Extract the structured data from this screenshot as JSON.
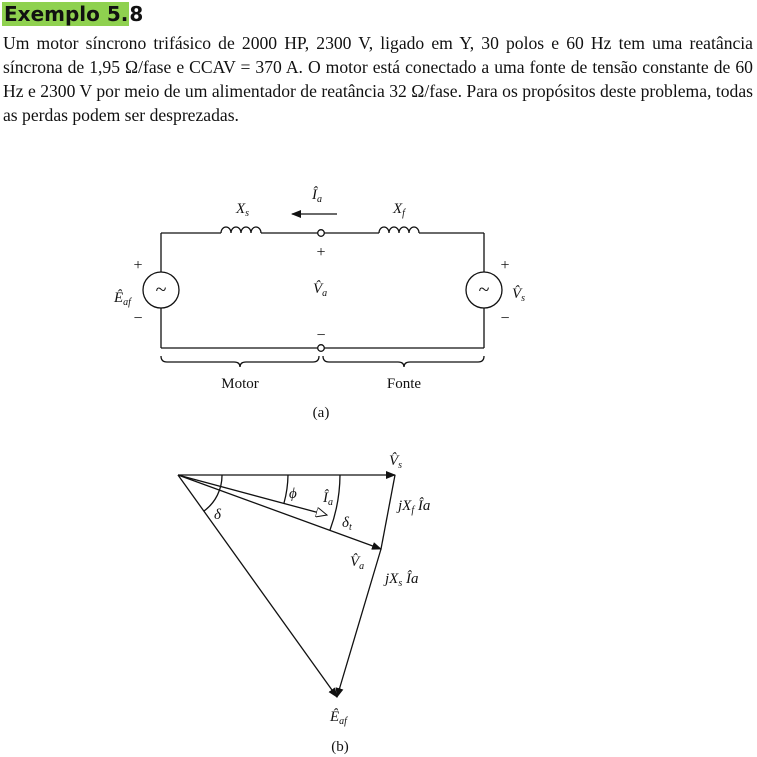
{
  "heading": {
    "highlighted": "Exemplo 5.",
    "rest": "8"
  },
  "problem": {
    "lines": [
      "Um motor síncrono trifásico de 2000 HP, 2300 V, ligado em Y, 30 polos e 60 Hz tem uma",
      "reatância síncrona de 1,95 Ω/fase e CCAV = 370 A. O motor está conectado a uma fonte de",
      "tensão constante de 60 Hz e 2300 V por meio de um alimentador de reatância 32 Ω/fase. Para",
      "os propósitos deste problema, todas as perdas podem ser desprezadas."
    ]
  },
  "circuit": {
    "xs": {
      "main": "X",
      "sub": "s"
    },
    "xf": {
      "main": "X",
      "sub": "f"
    },
    "ia": {
      "main": "Î",
      "sub": "a"
    },
    "va": {
      "main": "V̂",
      "sub": "a"
    },
    "eaf": {
      "main": "Ê",
      "sub": "af"
    },
    "vs": {
      "main": "V̂",
      "sub": "s"
    },
    "plus": "+",
    "minus": "−",
    "tilde": "~",
    "motor": "Motor",
    "fonte": "Fonte",
    "caption": "(a)"
  },
  "phasor": {
    "vs": {
      "main": "V̂",
      "sub": "s"
    },
    "ia": {
      "main": "Î",
      "sub": "a"
    },
    "va": {
      "main": "V̂",
      "sub": "a"
    },
    "eaf": {
      "main": "Ê",
      "sub": "af"
    },
    "phi": "ϕ",
    "delta": "δ",
    "delta_t": {
      "main": "δ",
      "sub": "t"
    },
    "jxf": {
      "pre": "jX",
      "sub": "f",
      "post": " Îa"
    },
    "jxs": {
      "pre": "jX",
      "sub": "s",
      "post": " Îa"
    },
    "caption": "(b)"
  }
}
